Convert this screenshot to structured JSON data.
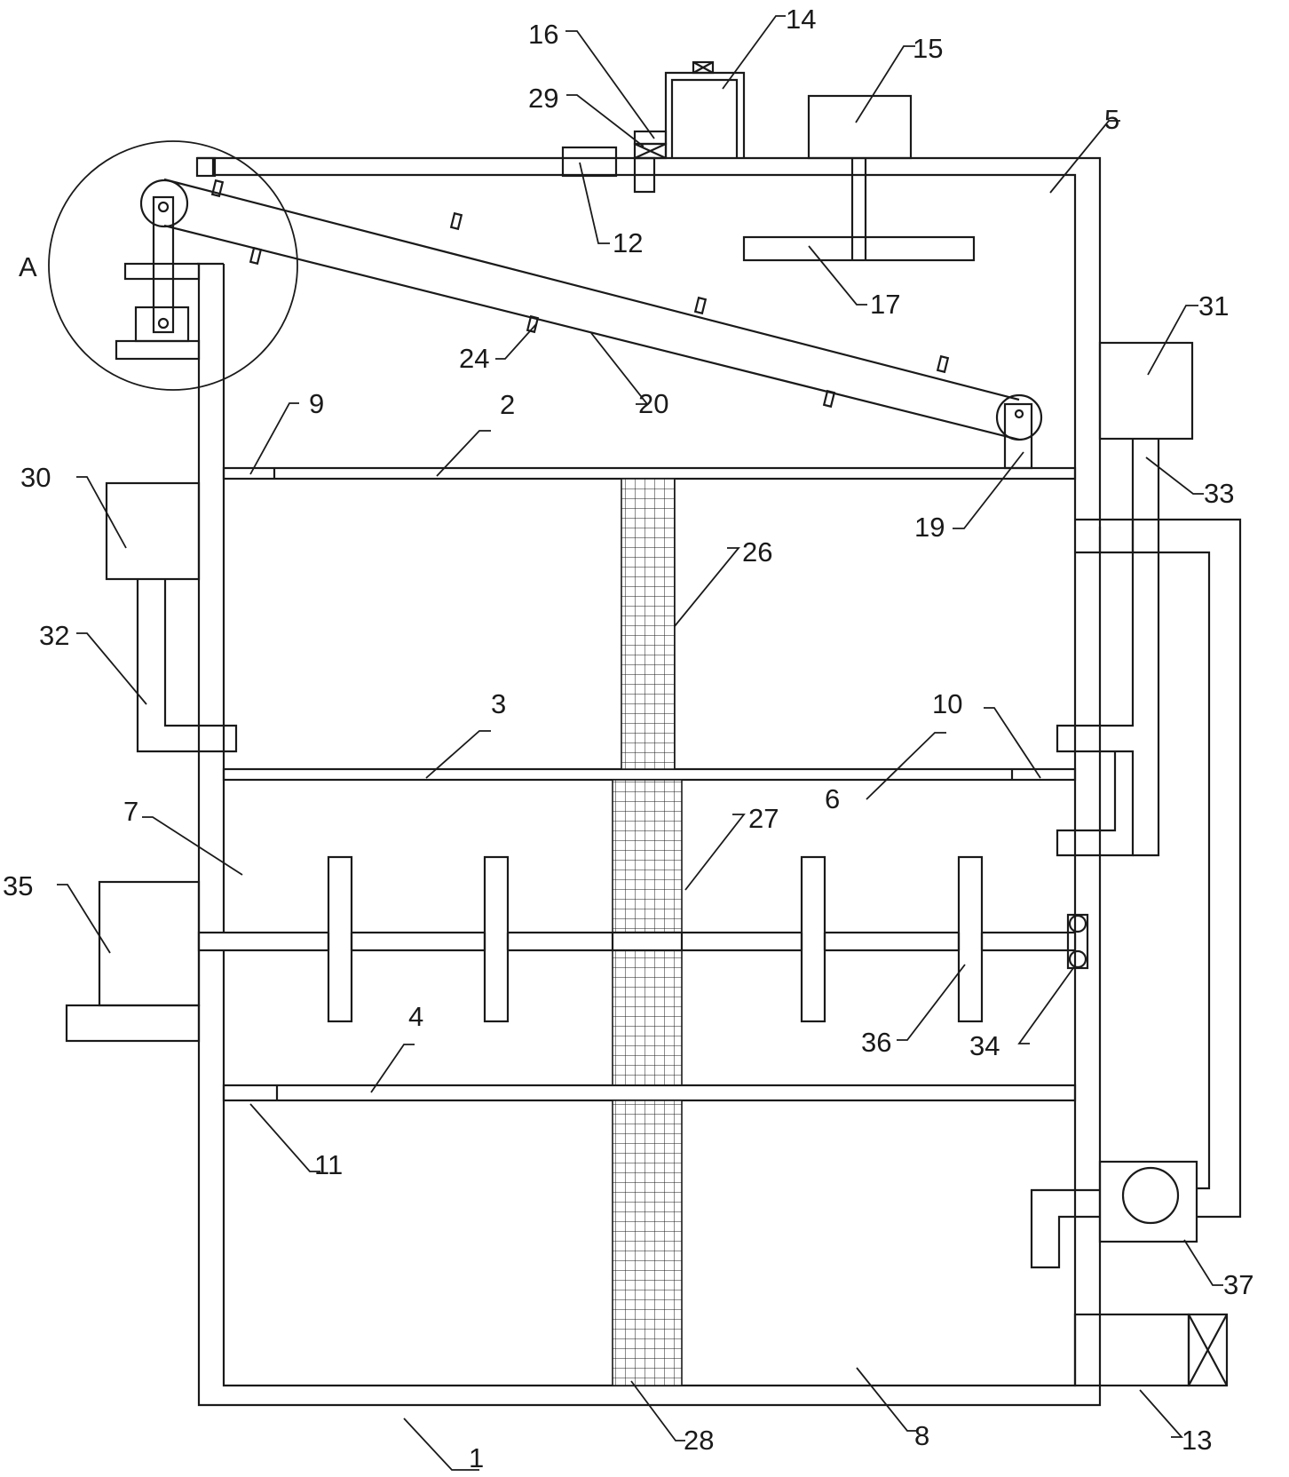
{
  "figure": {
    "detail_view_label": "A",
    "callouts": [
      {
        "id": "c1",
        "text": "1"
      },
      {
        "id": "c2",
        "text": "2"
      },
      {
        "id": "c3",
        "text": "3"
      },
      {
        "id": "c4",
        "text": "4"
      },
      {
        "id": "c5",
        "text": "5"
      },
      {
        "id": "c6",
        "text": "6"
      },
      {
        "id": "c7",
        "text": "7"
      },
      {
        "id": "c8",
        "text": "8"
      },
      {
        "id": "c9",
        "text": "9"
      },
      {
        "id": "c10",
        "text": "10"
      },
      {
        "id": "c11",
        "text": "11"
      },
      {
        "id": "c12",
        "text": "12"
      },
      {
        "id": "c13",
        "text": "13"
      },
      {
        "id": "c14",
        "text": "14"
      },
      {
        "id": "c15",
        "text": "15"
      },
      {
        "id": "c16",
        "text": "16"
      },
      {
        "id": "c17",
        "text": "17"
      },
      {
        "id": "c19",
        "text": "19"
      },
      {
        "id": "c20",
        "text": "20"
      },
      {
        "id": "c24",
        "text": "24"
      },
      {
        "id": "c26",
        "text": "26"
      },
      {
        "id": "c27",
        "text": "27"
      },
      {
        "id": "c28",
        "text": "28"
      },
      {
        "id": "c29",
        "text": "29"
      },
      {
        "id": "c30",
        "text": "30"
      },
      {
        "id": "c31",
        "text": "31"
      },
      {
        "id": "c32",
        "text": "32"
      },
      {
        "id": "c33",
        "text": "33"
      },
      {
        "id": "c34",
        "text": "34"
      },
      {
        "id": "c35",
        "text": "35"
      },
      {
        "id": "c36",
        "text": "36"
      },
      {
        "id": "c37",
        "text": "37"
      }
    ]
  }
}
